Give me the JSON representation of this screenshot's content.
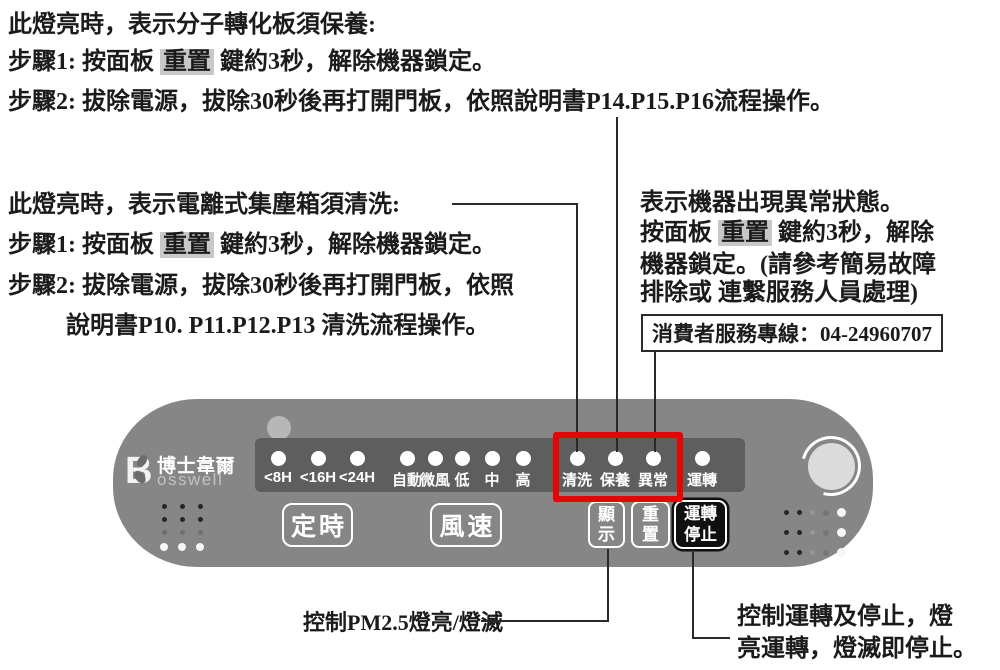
{
  "maintenance_note": {
    "line1": "此燈亮時，表示分子轉化板須保養:",
    "step1_pre": "步驟1: 按面板 ",
    "step1_key": "重置",
    "step1_post": " 鍵約3秒，解除機器鎖定。",
    "step2": "步驟2: 拔除電源，拔除30秒後再打開門板，依照說明書P14.P15.P16流程操作。"
  },
  "cleaning_note": {
    "line1": "此燈亮時，表示電離式集塵箱須清洗:",
    "step1_pre": "步驟1: 按面板 ",
    "step1_key": "重置",
    "step1_post": " 鍵約3秒，解除機器鎖定。",
    "step2_line1": "步驟2: 拔除電源，拔除30秒後再打開門板，依照",
    "step2_line2": "說明書P10. P11.P12.P13 清洗流程操作。"
  },
  "abnormal_note": {
    "line1": "表示機器出現異常狀態。",
    "line2_pre": "按面板 ",
    "line2_key": "重置",
    "line2_post": " 鍵約3秒，解除",
    "line3": "機器鎖定。(請參考簡易故障",
    "line4": "排除或 連繫服務人員處理)",
    "hotline": "消費者服務專線：04-24960707"
  },
  "panel": {
    "brand_cn": "博士韋爾",
    "brand_en": "osswell",
    "led_labels": [
      "<8H",
      "<16H",
      "<24H",
      "自動",
      "微風",
      "低",
      "中",
      "高",
      "清洗",
      "保養",
      "異常",
      "運轉"
    ],
    "buttons": {
      "timer": "定時",
      "fan_speed": "風速",
      "display": "顯示",
      "reset": "重置",
      "run_stop": "運轉停止"
    }
  },
  "annotations": {
    "display_note": "控制PM2.5燈亮/燈滅",
    "run_note_line1": "控制運轉及停止，燈",
    "run_note_line2": "亮運轉，燈滅即停止。"
  },
  "colors": {
    "highlight_red": "#e60505",
    "panel_gray": "#868686",
    "strip_gray": "#5e5e5e",
    "key_highlight": "#c8c8c8"
  }
}
